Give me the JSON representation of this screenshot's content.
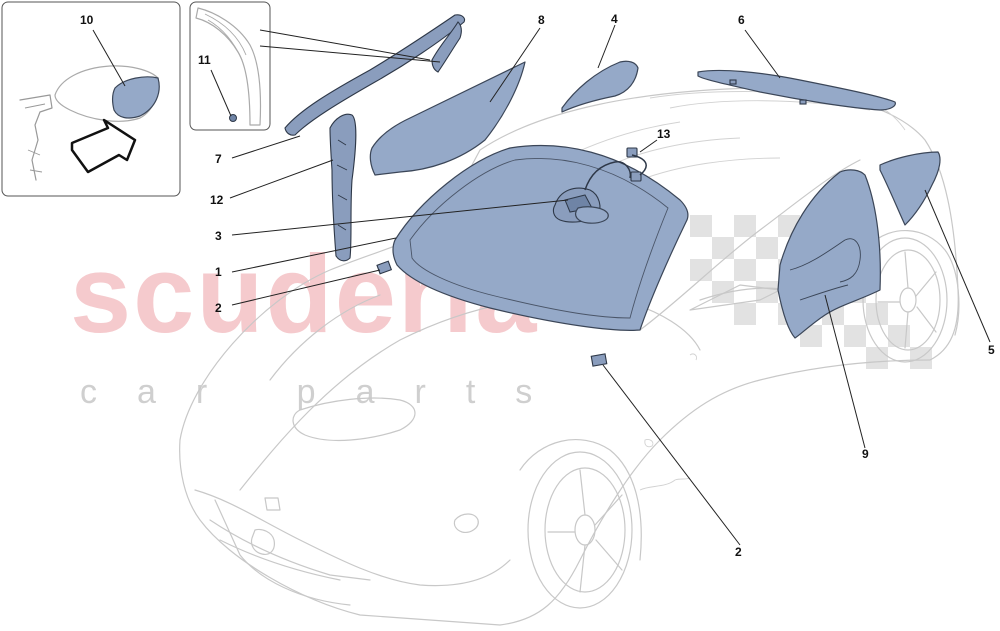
{
  "watermark": {
    "main": "scuderia",
    "sub": "car parts"
  },
  "callouts": {
    "c1": "1",
    "c2a": "2",
    "c2b": "2",
    "c3": "3",
    "c4": "4",
    "c5": "5",
    "c6": "6",
    "c7": "7",
    "c8": "8",
    "c9": "9",
    "c10": "10",
    "c11": "11",
    "c12": "12",
    "c13": "13"
  },
  "colors": {
    "glass": "#95a9c8",
    "outline": "#c8c8c8",
    "watermark": "#f2b9bd"
  }
}
